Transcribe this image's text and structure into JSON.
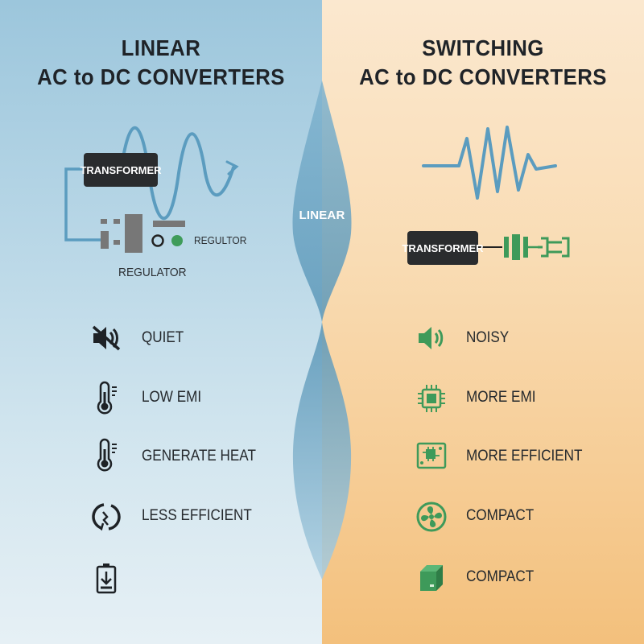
{
  "linear": {
    "title_line1": "LINEAR",
    "title_line2": "AC to DC CONVERTERS",
    "transformer_label": "TRANSFORMER",
    "regulator_side_label": "REGULTOR",
    "regulator_label": "REGULATOR",
    "features": [
      {
        "icon": "speaker-muted-icon",
        "label": "QUIET"
      },
      {
        "icon": "thermometer-icon",
        "label": "LOW EMI"
      },
      {
        "icon": "thermometer-icon",
        "label": "GENERATE HEAT"
      },
      {
        "icon": "broken-refresh-icon",
        "label": "LESS EFFICIENT"
      },
      {
        "icon": "battery-download-icon",
        "label": ""
      }
    ]
  },
  "center": {
    "label": "LINEAR"
  },
  "switching": {
    "title_line1": "SWITCHING",
    "title_line2": "AC to DC CONVERTERS",
    "transformer_label": "TRANSFORMER",
    "features": [
      {
        "icon": "speaker-loud-icon",
        "label": "NOISY"
      },
      {
        "icon": "chip-icon",
        "label": "MORE EMI"
      },
      {
        "icon": "circuit-board-icon",
        "label": "MORE EFFICIENT"
      },
      {
        "icon": "fan-icon",
        "label": "COMPACT"
      },
      {
        "icon": "box-icon",
        "label": "COMPACT"
      }
    ]
  },
  "colors": {
    "left_accent": "#5b9cbf",
    "right_accent": "#3e9a5a",
    "dark": "#2a2c2e"
  }
}
